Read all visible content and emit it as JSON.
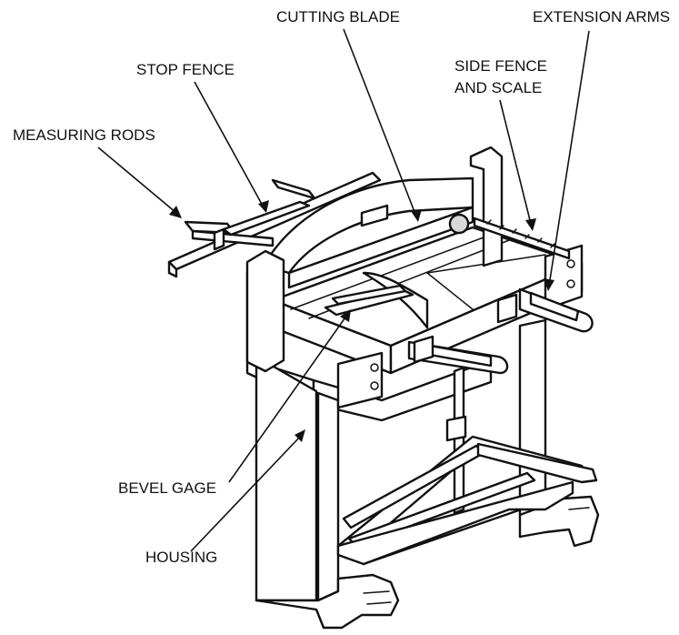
{
  "labels": {
    "cutting_blade": "CUTTING BLADE",
    "extension_arms": "EXTENSION ARMS",
    "stop_fence": "STOP FENCE",
    "side_fence_1": "SIDE FENCE",
    "side_fence_2": "AND SCALE",
    "measuring_rods": "MEASURING RODS",
    "bevel_gage": "BEVEL GAGE",
    "housing": "HOUSING"
  }
}
